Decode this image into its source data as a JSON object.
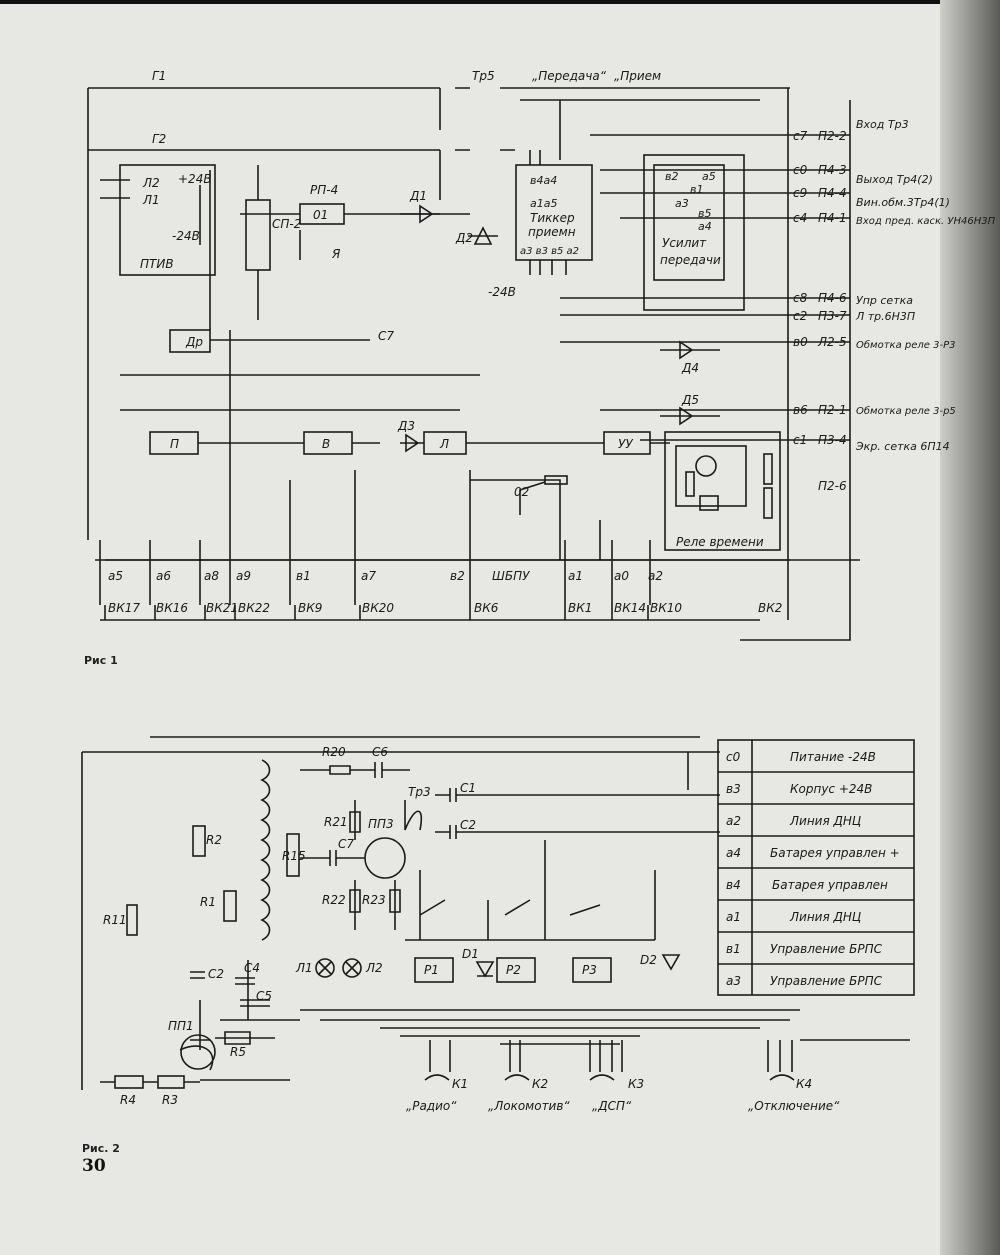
{
  "page_number": "30",
  "fig1": {
    "caption": "Рис 1",
    "top_labels": {
      "g1": "Г1",
      "g2": "Г2",
      "tr5": "Тр5",
      "tx": "„Передача“",
      "rx": "„Прием"
    },
    "blocks": {
      "ptiv": "ПТИВ",
      "l2": "Л2",
      "l1": "Л1",
      "p24": "+24В",
      "m24": "-24В",
      "sp2": "СП-2",
      "rp4": "РП-4",
      "o1": "01",
      "ya": "Я",
      "d1": "Д1",
      "d2": "Д2",
      "d3": "Д3",
      "d4": "Д4",
      "d5": "Д5",
      "ticker": "Тиккер",
      "ticker2": "приемн",
      "ticker_m24": "-24В",
      "amp": "Усилит",
      "amp2": "передачи",
      "dr": "Др",
      "c7": "С7",
      "p": "П",
      "v": "В",
      "l": "Л",
      "uu": "УУ",
      "o2": "02",
      "timer": "Реле времени",
      "bus": "ШБПУ"
    },
    "ticker_pins": {
      "top": "в4а4",
      "mid": "а1а5",
      "bot": "а3 в3 в5 а2"
    },
    "amp_pins": {
      "tl": "в2",
      "tr": "а5",
      "m": "в1",
      "l": "а3",
      "r": "в5",
      "b": "а4"
    },
    "right_rows": [
      {
        "pin": "с7",
        "conn": "П2-2",
        "text": "Вход Тр3"
      },
      {
        "pin": "с0",
        "conn": "П4-3",
        "text": "Выход Тр4(2)"
      },
      {
        "pin": "с9",
        "conn": "П4-4",
        "text": "Вин.обм.3Тр4(1)"
      },
      {
        "pin": "с4",
        "conn": "П4-1",
        "text": "Вход пред. каск. УН46Н3П"
      },
      {
        "pin": "с8",
        "conn": "П4-6",
        "text": "Упр сетка"
      },
      {
        "pin": "с2",
        "conn": "П3-7",
        "text": "Л тр.6Н3П"
      },
      {
        "pin": "в0",
        "conn": "Л2-5",
        "text": "Обмотка реле 3-Р3"
      },
      {
        "pin": "в6",
        "conn": "П2-1",
        "text": "Обмотка реле 3-р5"
      },
      {
        "pin": "с1",
        "conn": "П3-4",
        "text": "Экр. сетка 6П14"
      },
      {
        "pin": "",
        "conn": "П2-6",
        "text": ""
      }
    ],
    "bus_pins": [
      "а5",
      "а6",
      "а8",
      "а9",
      "в1",
      "а7",
      "в2",
      "а1",
      "а0",
      "а2"
    ],
    "vk_labels": [
      "ВК17",
      "ВК16",
      "ВК21",
      "ВК22",
      "ВК9",
      "ВК20",
      "ВК6",
      "ВК1",
      "ВК14",
      "ВК10",
      "ВК2"
    ]
  },
  "fig2": {
    "caption": "Рис. 2",
    "components": {
      "r20": "R20",
      "c6": "С6",
      "tr3": "Тр3",
      "c1": "С1",
      "c2t": "С2",
      "r21": "R21",
      "pp3": "ПП3",
      "c7": "С7",
      "r15": "R15",
      "r22": "R22",
      "r23": "R23",
      "r2": "R2",
      "r1": "R1",
      "r11": "R11",
      "c2": "С2",
      "c4": "С4",
      "c5": "С5",
      "pp1": "ПП1",
      "r5": "R5",
      "r4": "R4",
      "r3": "R3",
      "l1": "Л1",
      "l2": "Л2",
      "d1": "D1",
      "d2": "D2",
      "p1": "Р1",
      "p2": "Р2",
      "p3": "Р3"
    },
    "keys": [
      {
        "k": "К1",
        "name": "„Радио“"
      },
      {
        "k": "К2",
        "name": "„Локомотив“"
      },
      {
        "k": "К3",
        "name": "„ДСП“"
      },
      {
        "k": "К4",
        "name": "„Отключение“"
      }
    ],
    "table": [
      {
        "pin": "с0",
        "desc": "Питание -24В"
      },
      {
        "pin": "в3",
        "desc": "Корпус +24В"
      },
      {
        "pin": "а2",
        "desc": "Линия ДНЦ"
      },
      {
        "pin": "а4",
        "desc": "Батарея управлен +"
      },
      {
        "pin": "в4",
        "desc": "Батарея управлен"
      },
      {
        "pin": "а1",
        "desc": "Линия ДНЦ"
      },
      {
        "pin": "в1",
        "desc": "Управление БРПС"
      },
      {
        "pin": "а3",
        "desc": "Управление БРПС"
      }
    ]
  }
}
